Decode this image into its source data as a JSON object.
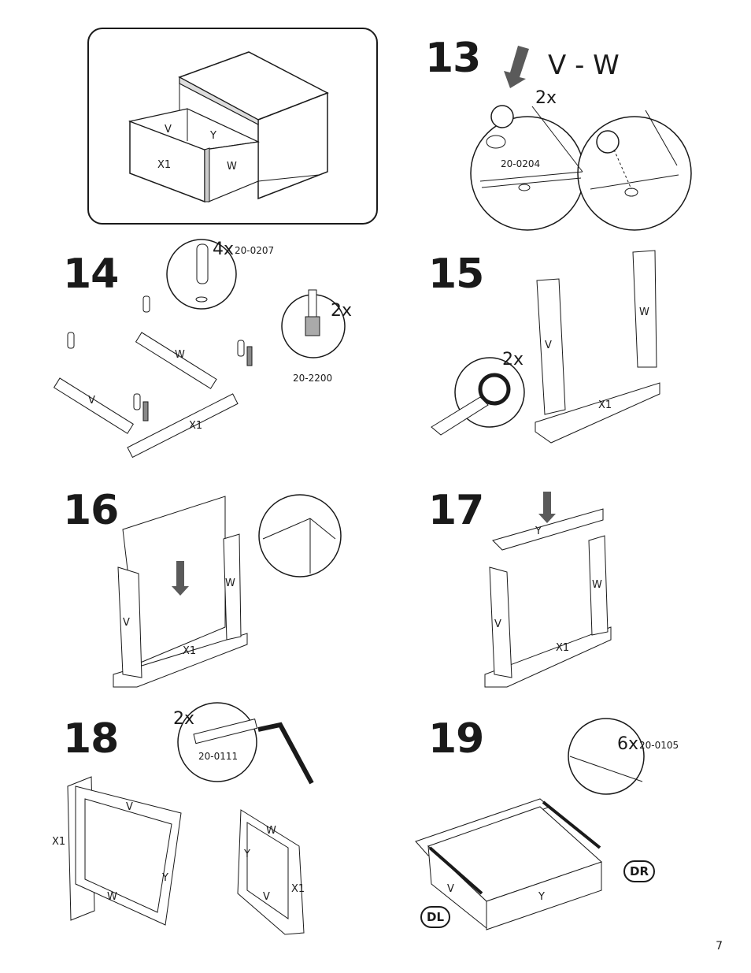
{
  "page_number": "7",
  "overview": {
    "labels": {
      "v": "V",
      "y": "Y",
      "x1": "X1",
      "w": "W"
    }
  },
  "steps": [
    {
      "number": "13",
      "parts": "V - W",
      "qty": "2x",
      "code": "20-0204"
    },
    {
      "number": "14",
      "qty_dowel": "4x",
      "code_dowel": "20-0207",
      "qty_bolt": "2x",
      "code_bolt": "20-2200",
      "labels": {
        "w": "W",
        "v": "V",
        "x1": "X1"
      }
    },
    {
      "number": "15",
      "qty": "2x",
      "labels": {
        "v": "V",
        "w": "W",
        "x1": "X1"
      }
    },
    {
      "number": "16",
      "labels": {
        "v": "V",
        "w": "W",
        "x1": "X1"
      }
    },
    {
      "number": "17",
      "labels": {
        "y": "Y",
        "v": "V",
        "w": "W",
        "x1": "X1"
      }
    },
    {
      "number": "18",
      "qty": "2x",
      "code": "20-0111",
      "labels": {
        "x1": "X1",
        "v": "V",
        "w": "W",
        "y": "Y",
        "w2": "W",
        "y2": "Y",
        "v2": "V",
        "x1b": "X1"
      }
    },
    {
      "number": "19",
      "qty": "6x",
      "code": "20-0105",
      "labels": {
        "v": "V",
        "y": "Y"
      },
      "tags": {
        "dr": "DR",
        "dl": "DL"
      }
    }
  ],
  "colors": {
    "line": "#1a1a1a",
    "arrow": "#5a5a5a",
    "panel_side": "#d9d9d9"
  }
}
